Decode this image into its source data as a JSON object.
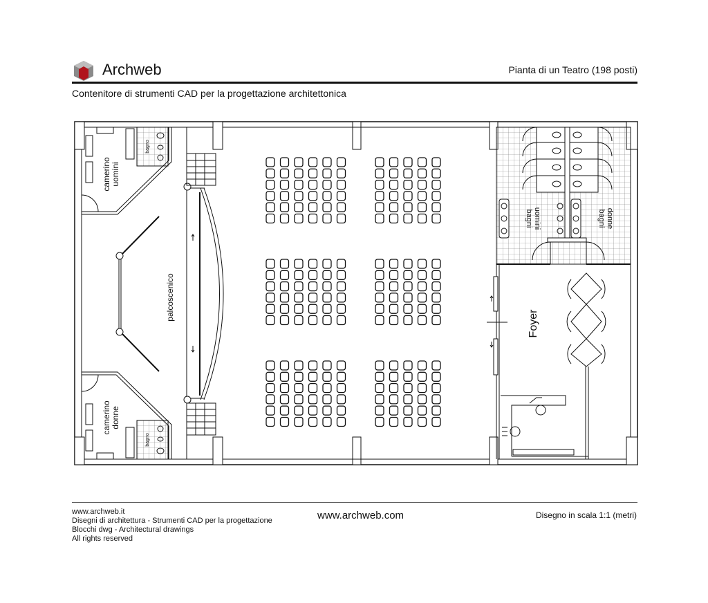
{
  "header": {
    "brand": "Archweb",
    "title": "Pianta di un Teatro (198 posti)",
    "subtitle": "Contenitore di strumenti CAD per la progettazione architettonica",
    "logo_color": "#b0141c"
  },
  "plan": {
    "labels": {
      "camerino_uomini": [
        "camerino",
        "uomini"
      ],
      "camerino_donne": [
        "camerino",
        "donne"
      ],
      "bagno_top": "bagno",
      "bagno_bottom": "bagno",
      "stage": "palcoscenico",
      "bagni_uomini": [
        "bagni",
        "uomini"
      ],
      "bagni_donne": [
        "bagni",
        "donne"
      ],
      "foyer": "Foyer"
    },
    "seating": {
      "total_seats": 198,
      "blocks": [
        {
          "columns": 6,
          "rows": 6
        },
        {
          "columns": 5,
          "rows": 6
        },
        {
          "columns": 6,
          "rows": 6
        },
        {
          "columns": 5,
          "rows": 6
        },
        {
          "columns": 6,
          "rows": 6
        },
        {
          "columns": 5,
          "rows": 6
        }
      ]
    }
  },
  "footer": {
    "lines": [
      "www.archweb.it",
      "Disegni di architettura - Strumenti CAD  per la progettazione",
      "Blocchi dwg - Architectural drawings",
      "All rights reserved"
    ],
    "center": "www.archweb.com",
    "scale": "Disegno in scala 1:1 (metri)"
  }
}
